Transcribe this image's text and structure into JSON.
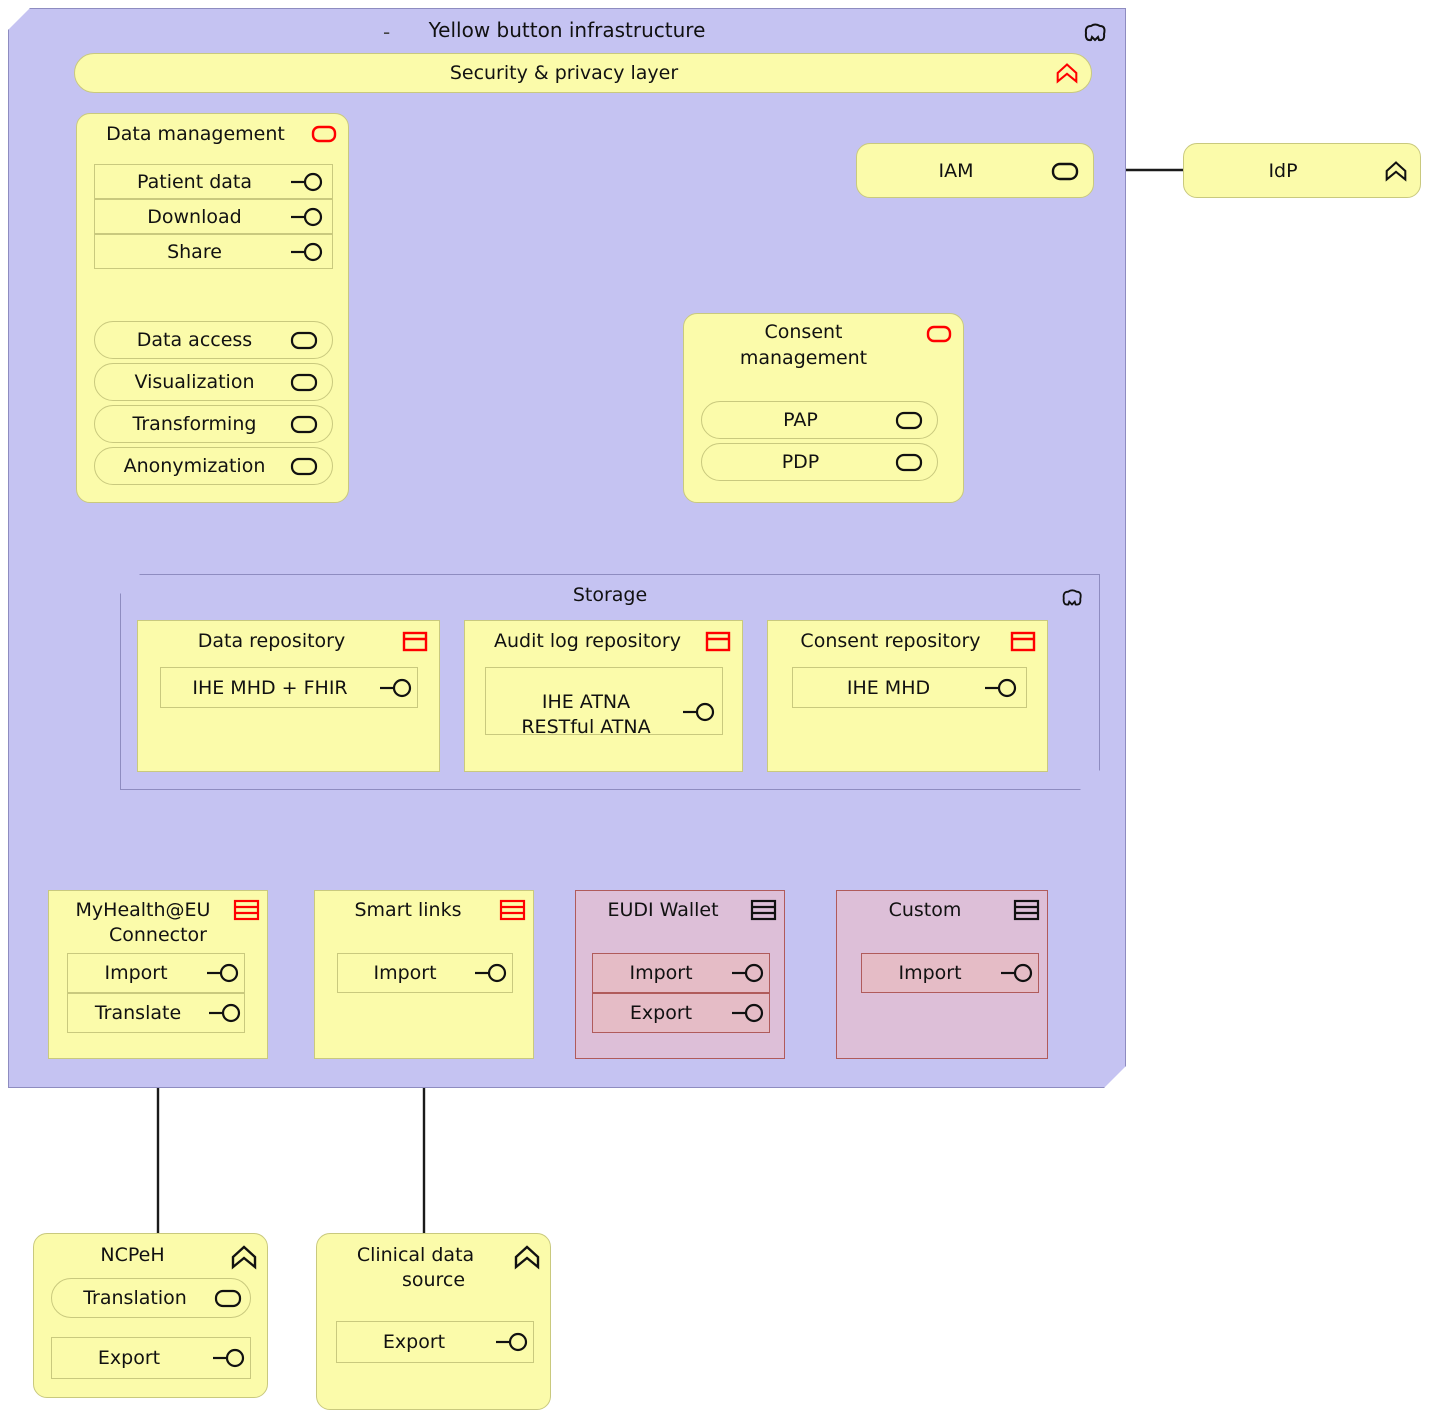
{
  "diagram": {
    "type": "archimate-layered-architecture",
    "title": "Yellow button infrastructure"
  },
  "container": {
    "title": "Yellow button infrastructure",
    "dash": "-",
    "icon": "grouping-icon"
  },
  "security_layer": {
    "label": "Security & privacy layer",
    "icon": "node-icon-red"
  },
  "data_management": {
    "title": "Data management",
    "icon": "application-component-icon-red",
    "interfaces": [
      {
        "label": "Patient data",
        "icon": "interface-icon"
      },
      {
        "label": "Download",
        "icon": "interface-icon"
      },
      {
        "label": "Share",
        "icon": "interface-icon"
      }
    ],
    "services": [
      {
        "label": "Data access",
        "icon": "application-service-icon"
      },
      {
        "label": "Visualization",
        "icon": "application-service-icon"
      },
      {
        "label": "Transforming",
        "icon": "application-service-icon"
      },
      {
        "label": "Anonymization",
        "icon": "application-service-icon"
      }
    ]
  },
  "iam": {
    "label": "IAM",
    "icon": "application-service-icon"
  },
  "idp": {
    "label": "IdP",
    "icon": "node-icon"
  },
  "consent_management": {
    "title": "Consent management",
    "title_line1": "Consent",
    "title_line2": "management",
    "icon": "application-component-icon-red",
    "services": [
      {
        "label": "PAP",
        "icon": "application-service-icon"
      },
      {
        "label": "PDP",
        "icon": "application-service-icon"
      }
    ]
  },
  "storage": {
    "title": "Storage",
    "icon": "grouping-icon",
    "repositories": [
      {
        "title": "Data repository",
        "icon": "data-object-icon-red",
        "standard_lines": [
          "IHE MHD + FHIR"
        ],
        "standard_icon": "interface-icon"
      },
      {
        "title": "Audit log repository",
        "icon": "data-object-icon-red",
        "standard_lines": [
          "IHE ATNA",
          "RESTful ATNA"
        ],
        "standard_icon": "interface-icon"
      },
      {
        "title": "Consent repository",
        "icon": "data-object-icon-red",
        "standard_lines": [
          "IHE MHD"
        ],
        "standard_icon": "interface-icon"
      }
    ]
  },
  "connectors": [
    {
      "title": "MyHealth@EU Connector",
      "title_line1": "MyHealth@EU",
      "title_line2": "Connector",
      "icon": "system-software-icon-red",
      "variant": "yellow",
      "rows": [
        {
          "label": "Import",
          "icon": "interface-icon"
        },
        {
          "label": "Translate",
          "icon": "interface-icon"
        }
      ]
    },
    {
      "title": "Smart links",
      "icon": "system-software-icon-red",
      "variant": "yellow",
      "rows": [
        {
          "label": "Import",
          "icon": "interface-icon"
        }
      ]
    },
    {
      "title": "EUDI Wallet",
      "icon": "system-software-icon-black",
      "variant": "pink",
      "rows": [
        {
          "label": "Import",
          "icon": "interface-icon"
        },
        {
          "label": "Export",
          "icon": "interface-icon"
        }
      ]
    },
    {
      "title": "Custom",
      "icon": "system-software-icon-black",
      "variant": "pink",
      "rows": [
        {
          "label": "Import",
          "icon": "interface-icon"
        }
      ]
    }
  ],
  "external": [
    {
      "title": "NCPeH",
      "icon": "node-icon",
      "service": {
        "label": "Translation",
        "icon": "application-service-icon"
      },
      "interface": {
        "label": "Export",
        "icon": "interface-icon"
      }
    },
    {
      "title": "Clinical data source",
      "title_line1": "Clinical data",
      "title_line2": "source",
      "icon": "node-icon",
      "interface": {
        "label": "Export",
        "icon": "interface-icon"
      }
    }
  ],
  "colors": {
    "grouping_fill": "#c5c3f2",
    "grouping_border": "#8e8cc0",
    "element_fill": "#fbfbaa",
    "element_border": "#c9c97e",
    "pink_fill": "#ddbfd8",
    "pink_inner_fill": "#e5bcc6",
    "pink_border": "#b05b5b",
    "accent_red": "#ff0000",
    "line": "#1a1a1a"
  }
}
